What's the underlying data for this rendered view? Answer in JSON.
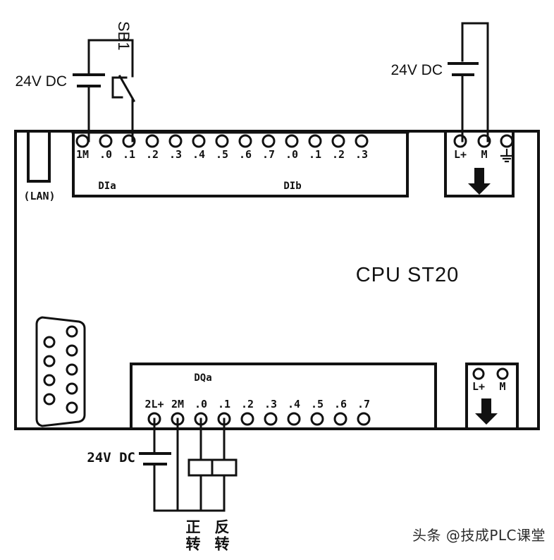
{
  "diagram": {
    "title": "CPU ST20 PLC wiring diagram",
    "cpu_label": "CPU ST20",
    "lan_label": "(LAN)",
    "colors": {
      "line": "#111111",
      "background": "#ffffff"
    }
  },
  "input_block": {
    "group_labels": {
      "dia": "DIa",
      "dib": "DIb"
    },
    "terminals": [
      {
        "label": "1M"
      },
      {
        "label": ".0"
      },
      {
        "label": ".1"
      },
      {
        "label": ".2"
      },
      {
        "label": ".3"
      },
      {
        "label": ".4"
      },
      {
        "label": ".5"
      },
      {
        "label": ".6"
      },
      {
        "label": ".7"
      },
      {
        "label": ".0"
      },
      {
        "label": ".1"
      },
      {
        "label": ".2"
      },
      {
        "label": ".3"
      }
    ]
  },
  "output_block": {
    "group_label": "DQa",
    "terminals": [
      {
        "label": "2L+"
      },
      {
        "label": "2M"
      },
      {
        "label": ".0"
      },
      {
        "label": ".1"
      },
      {
        "label": ".2"
      },
      {
        "label": ".3"
      },
      {
        "label": ".4"
      },
      {
        "label": ".5"
      },
      {
        "label": ".6"
      },
      {
        "label": ".7"
      }
    ]
  },
  "power_block_top": {
    "terminals": [
      {
        "label": "L+"
      },
      {
        "label": "M"
      },
      {
        "label": "ground-symbol"
      }
    ]
  },
  "power_block_bottom": {
    "terminals": [
      {
        "label": "L+"
      },
      {
        "label": "M"
      }
    ]
  },
  "supplies": {
    "input_supply_label": "24V DC",
    "cpu_supply_label": "24V DC",
    "output_supply_label": "24V DC"
  },
  "switch": {
    "designator": "SB1",
    "type": "normally-open-pushbutton"
  },
  "loads": [
    {
      "name": "forward-contactor",
      "label": "正转"
    },
    {
      "name": "reverse-contactor",
      "label": "反转"
    }
  ],
  "watermark": {
    "text": "头条 @技成PLC课堂"
  }
}
